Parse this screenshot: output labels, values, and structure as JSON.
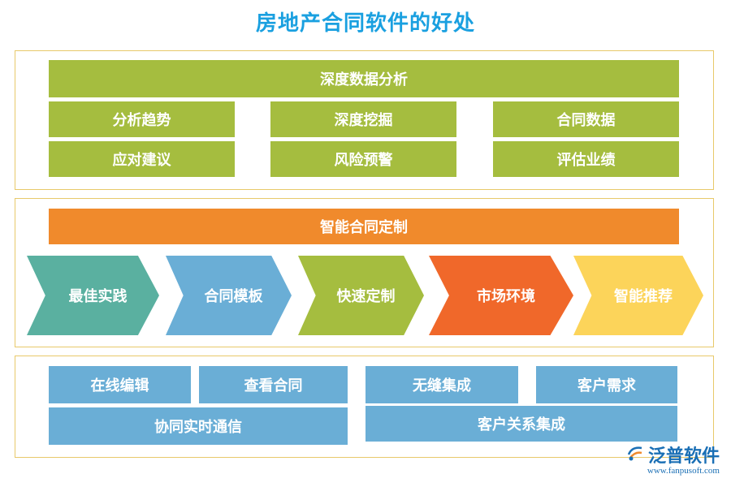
{
  "title": "房地产合同软件的好处",
  "section1": {
    "header": "深度数据分析",
    "items": [
      "分析趋势",
      "深度挖掘",
      "合同数据",
      "应对建议",
      "风险预警",
      "评估业绩"
    ]
  },
  "section2": {
    "header": "智能合同定制",
    "arrows": [
      {
        "label": "最佳实践",
        "color": "#5ab0a0"
      },
      {
        "label": "合同模板",
        "color": "#6aaed6"
      },
      {
        "label": "快速定制",
        "color": "#a5bd3f"
      },
      {
        "label": "市场环境",
        "color": "#f0682a"
      },
      {
        "label": "智能推荐",
        "color": "#fcd45a"
      }
    ]
  },
  "section3": {
    "items": [
      "在线编辑",
      "查看合同",
      "无缝集成",
      "客户需求",
      "协同实时通信",
      "客户关系集成"
    ]
  },
  "logo": {
    "name": "泛普软件",
    "url": "www.fanpusoft.com",
    "icon": "fanpu-logo-icon"
  }
}
